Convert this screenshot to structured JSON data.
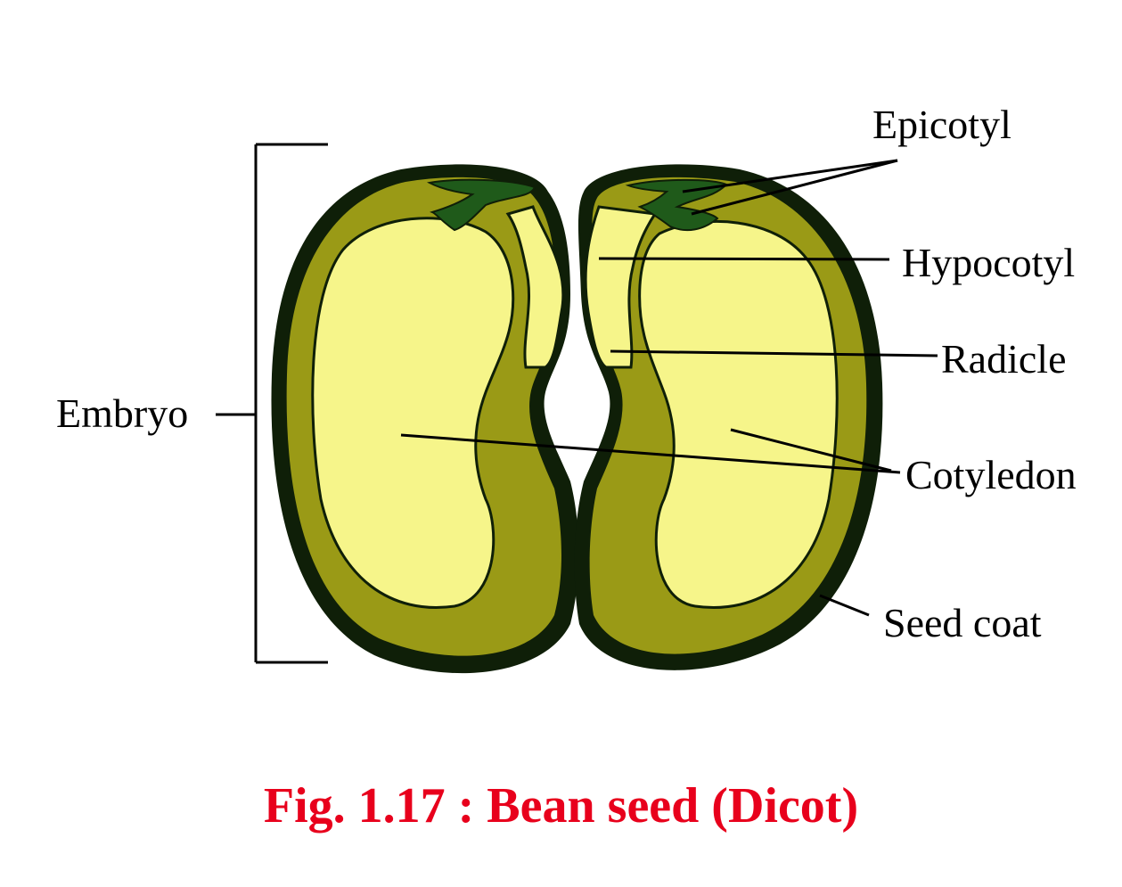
{
  "labels": {
    "epicotyl": "Epicotyl",
    "hypocotyl": "Hypocotyl",
    "radicle": "Radicle",
    "cotyledon": "Cotyledon",
    "seed_coat": "Seed coat",
    "embryo": "Embryo"
  },
  "caption": "Fig. 1.17 : Bean seed (Dicot)",
  "colors": {
    "seed_coat": "#0f1f08",
    "cotyledon_rim": "#9a9a16",
    "cotyledon_inner": "#f6f58a",
    "plumule": "#1f5a1a",
    "caption": "#e8001c"
  }
}
